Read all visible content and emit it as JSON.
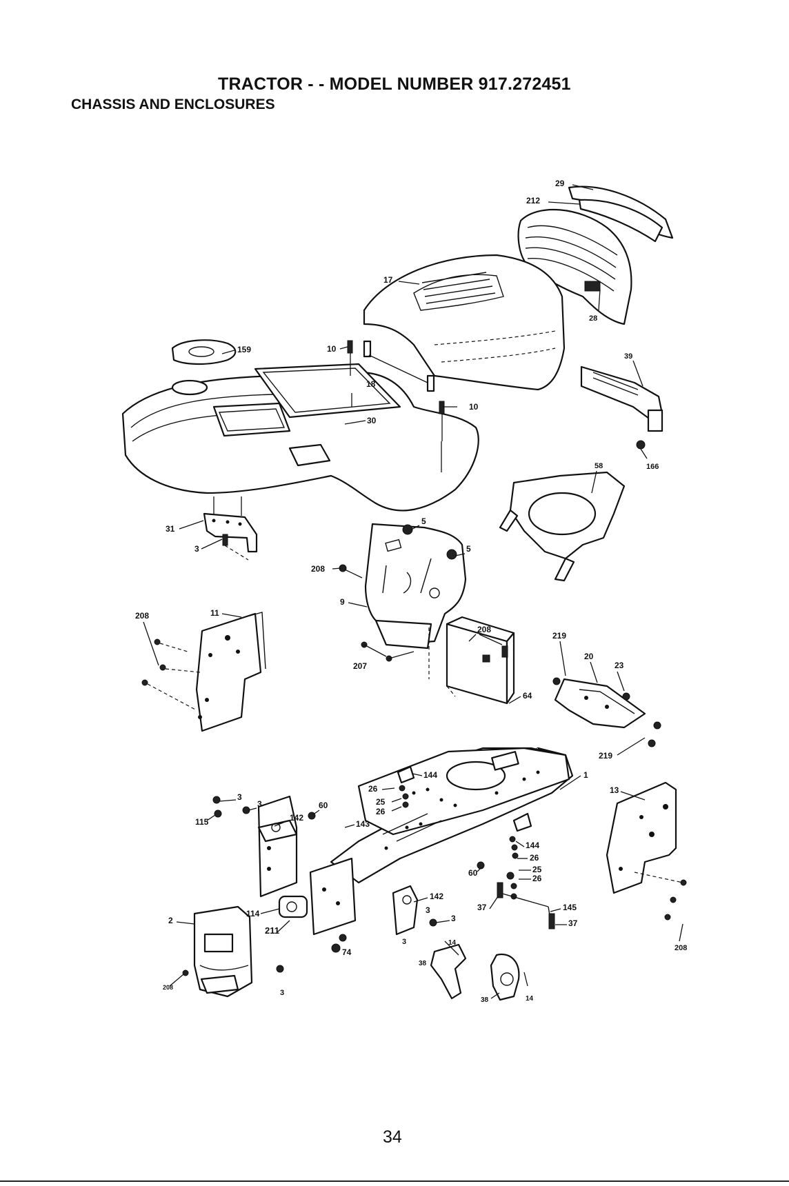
{
  "header": {
    "title": "TRACTOR - - MODEL NUMBER 917.272451",
    "subtitle": "CHASSIS AND ENCLOSURES"
  },
  "page_number": "34",
  "callouts": [
    {
      "id": "c29",
      "text": "29"
    },
    {
      "id": "c212",
      "text": "212"
    },
    {
      "id": "c17",
      "text": "17"
    },
    {
      "id": "c28",
      "text": "28"
    },
    {
      "id": "c159",
      "text": "159"
    },
    {
      "id": "c10a",
      "text": "10"
    },
    {
      "id": "c18",
      "text": "18"
    },
    {
      "id": "c10b",
      "text": "10"
    },
    {
      "id": "c30",
      "text": "30"
    },
    {
      "id": "c39",
      "text": "39"
    },
    {
      "id": "c166",
      "text": "166"
    },
    {
      "id": "c58",
      "text": "58"
    },
    {
      "id": "c31",
      "text": "31"
    },
    {
      "id": "c3a",
      "text": "3"
    },
    {
      "id": "c5a",
      "text": "5"
    },
    {
      "id": "c5b",
      "text": "5"
    },
    {
      "id": "c208a",
      "text": "208"
    },
    {
      "id": "c9",
      "text": "9"
    },
    {
      "id": "c208b",
      "text": "208"
    },
    {
      "id": "c11",
      "text": "11"
    },
    {
      "id": "c208c",
      "text": "208"
    },
    {
      "id": "c207",
      "text": "207"
    },
    {
      "id": "c64",
      "text": "64"
    },
    {
      "id": "c219a",
      "text": "219"
    },
    {
      "id": "c20",
      "text": "20"
    },
    {
      "id": "c23",
      "text": "23"
    },
    {
      "id": "c219b",
      "text": "219"
    },
    {
      "id": "c144a",
      "text": "144"
    },
    {
      "id": "c26a",
      "text": "26"
    },
    {
      "id": "c25a",
      "text": "25"
    },
    {
      "id": "c26b",
      "text": "26"
    },
    {
      "id": "c1",
      "text": "1"
    },
    {
      "id": "c13",
      "text": "13"
    },
    {
      "id": "c3b",
      "text": "3"
    },
    {
      "id": "c3c",
      "text": "3"
    },
    {
      "id": "c115",
      "text": "115"
    },
    {
      "id": "c142a",
      "text": "142"
    },
    {
      "id": "c60a",
      "text": "60"
    },
    {
      "id": "c143",
      "text": "143"
    },
    {
      "id": "c144b",
      "text": "144"
    },
    {
      "id": "c26c",
      "text": "26"
    },
    {
      "id": "c25b",
      "text": "25"
    },
    {
      "id": "c26d",
      "text": "26"
    },
    {
      "id": "c60b",
      "text": "60"
    },
    {
      "id": "c114",
      "text": "114"
    },
    {
      "id": "c142b",
      "text": "142"
    },
    {
      "id": "c3d",
      "text": "3"
    },
    {
      "id": "c3e",
      "text": "3"
    },
    {
      "id": "c37a",
      "text": "37"
    },
    {
      "id": "c145",
      "text": "145"
    },
    {
      "id": "c37b",
      "text": "37"
    },
    {
      "id": "c2",
      "text": "2"
    },
    {
      "id": "c211",
      "text": "211"
    },
    {
      "id": "c74",
      "text": "74"
    },
    {
      "id": "c3f",
      "text": "3"
    },
    {
      "id": "c3g",
      "text": "3"
    },
    {
      "id": "c14a",
      "text": "14"
    },
    {
      "id": "c38a",
      "text": "38"
    },
    {
      "id": "c208d",
      "text": "208"
    },
    {
      "id": "c208e",
      "text": "208"
    },
    {
      "id": "c38b",
      "text": "38"
    },
    {
      "id": "c14b",
      "text": "14"
    }
  ]
}
